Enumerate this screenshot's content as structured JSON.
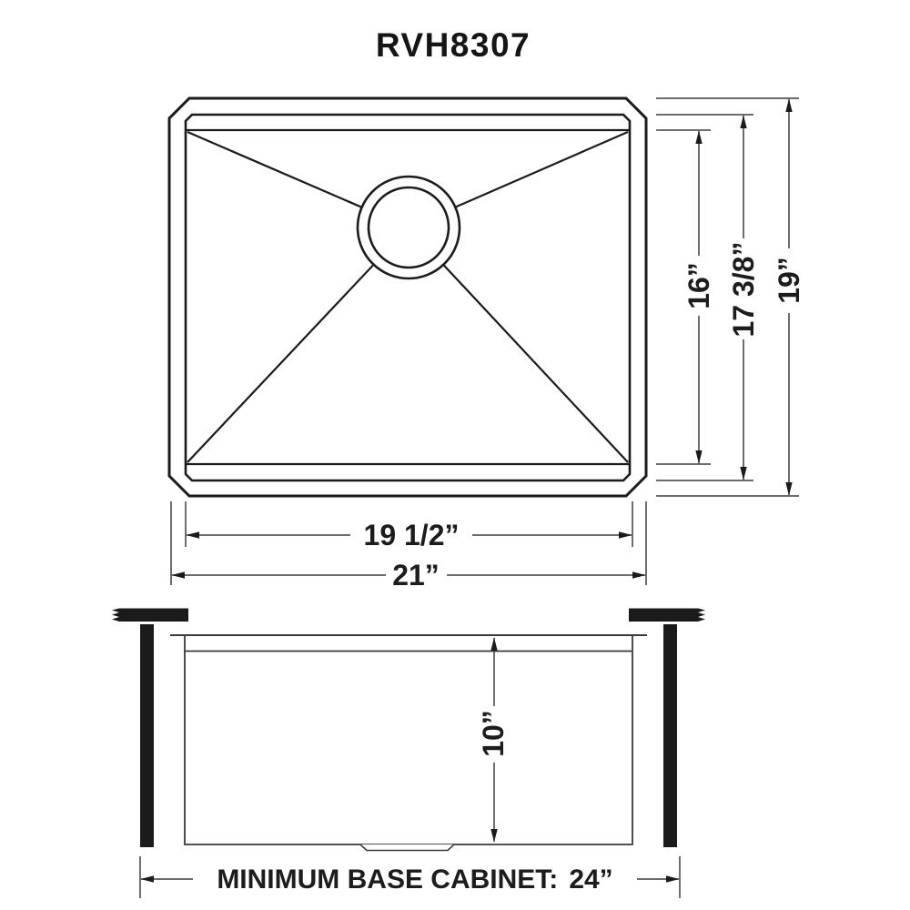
{
  "title": "RVH8307",
  "colors": {
    "outline": "#1b1b1b",
    "dimension_line": "#3d3d3d",
    "text": "#1c1c1c",
    "background": "#ffffff"
  },
  "top_view": {
    "height_inner": "16”",
    "height_mid": "17 3/8”",
    "height_outer": "19”",
    "width_inner": "19 1/2”",
    "width_outer": "21”"
  },
  "side_view": {
    "depth": "10”",
    "cabinet_label": "MINIMUM BASE CABINET:",
    "cabinet_value": "24”"
  }
}
